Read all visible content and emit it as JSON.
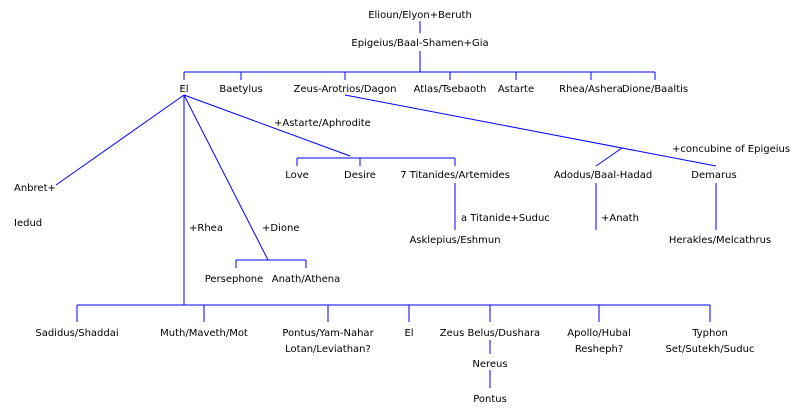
{
  "diagram": {
    "colors": {
      "lines": "#0000ff",
      "text": "#000000",
      "background": "#ffffff"
    },
    "nodes": {
      "elioun": "Elioun/Elyon+Beruth",
      "epigeius": "Epigeius/Baal-Shamen+Gia",
      "el": "El",
      "baetylus": "Baetylus",
      "zeus_arotrios": "Zeus-Arotrios/Dagon",
      "atlas": "Atlas/Tsebaoth",
      "astarte": "Astarte",
      "rhea_ashera": "Rhea/Ashera",
      "dione_baaltis": "Dione/Baaltis",
      "astarte_aphrodite": "+Astarte/Aphrodite",
      "concubine": "+concubine of Epigeius",
      "anbret": "Anbret+",
      "iedud": "Iedud",
      "love": "Love",
      "desire": "Desire",
      "titanides": "7 Titanides/Artemides",
      "adodus": "Adodus/Baal-Hadad",
      "demarus": "Demarus",
      "titanide_suduc": "a Titanide+Suduc",
      "anath_spouse": "+Anath",
      "rhea_spouse": "+Rhea",
      "dione_spouse": "+Dione",
      "asklepius": "Asklepius/Eshmun",
      "herakles": "Herakles/Melcathrus",
      "persephone": "Persephone",
      "anath_athena": "Anath/Athena",
      "sadidus": "Sadidus/Shaddai",
      "muth": "Muth/Maveth/Mot",
      "pontus_yam_1": "Pontus/Yam-Nahar",
      "pontus_yam_2": "Lotan/Leviathan?",
      "el_child": "El",
      "zeus_belus": "Zeus Belus/Dushara",
      "apollo_1": "Apollo/Hubal",
      "apollo_2": "Resheph?",
      "typhon_1": "Typhon",
      "typhon_2": "Set/Sutekh/Suduc",
      "nereus": "Nereus",
      "pontus": "Pontus"
    }
  }
}
